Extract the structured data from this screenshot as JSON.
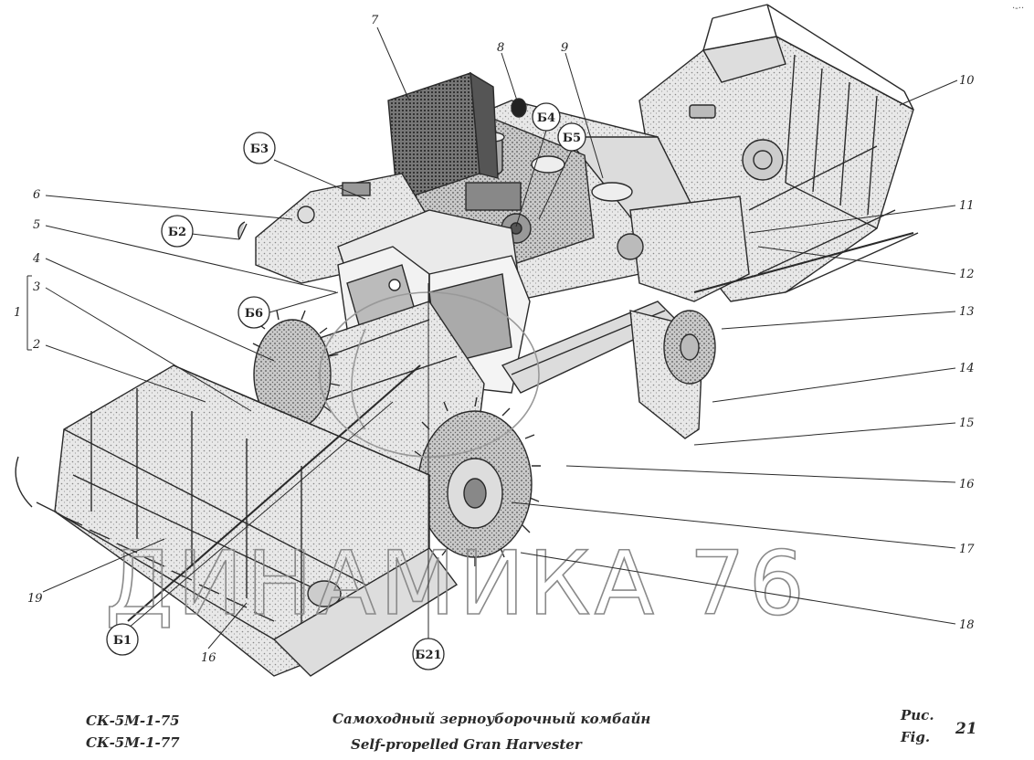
{
  "callouts": [
    {
      "id": "c7",
      "text": "7"
    },
    {
      "id": "c8",
      "text": "8"
    },
    {
      "id": "c9",
      "text": "9"
    },
    {
      "id": "c10",
      "text": "10"
    },
    {
      "id": "c11",
      "text": "11"
    },
    {
      "id": "c12",
      "text": "12"
    },
    {
      "id": "c13",
      "text": "13"
    },
    {
      "id": "c14",
      "text": "14"
    },
    {
      "id": "c15",
      "text": "15"
    },
    {
      "id": "c16a",
      "text": "16"
    },
    {
      "id": "c17",
      "text": "17"
    },
    {
      "id": "c18",
      "text": "18"
    },
    {
      "id": "c19",
      "text": "19"
    },
    {
      "id": "c16b",
      "text": "16"
    },
    {
      "id": "c6",
      "text": "6"
    },
    {
      "id": "c5",
      "text": "5"
    },
    {
      "id": "c4",
      "text": "4"
    },
    {
      "id": "c3",
      "text": "3"
    },
    {
      "id": "c2",
      "text": "2"
    },
    {
      "id": "c1",
      "text": "1"
    }
  ],
  "bubbles": [
    {
      "id": "b3",
      "text": "Б3"
    },
    {
      "id": "b2",
      "text": "Б2"
    },
    {
      "id": "b4",
      "text": "Б4"
    },
    {
      "id": "b5",
      "text": "Б5"
    },
    {
      "id": "b6",
      "text": "Б6"
    },
    {
      "id": "b1",
      "text": "Б1"
    },
    {
      "id": "b21",
      "text": "Б21"
    }
  ],
  "watermark": "ДИНАМИКА 76",
  "corner_mark": "·-··",
  "footer": {
    "model_1": "СК-5М-1-75",
    "model_2": "СК-5М-1-77",
    "title_ru": "Самоходный зерноуборочный комбайн",
    "title_en": "Self-propelled Gran Harvester",
    "fig_ru": "Рис.",
    "fig_en": "Fig.",
    "fig_number": "21"
  }
}
